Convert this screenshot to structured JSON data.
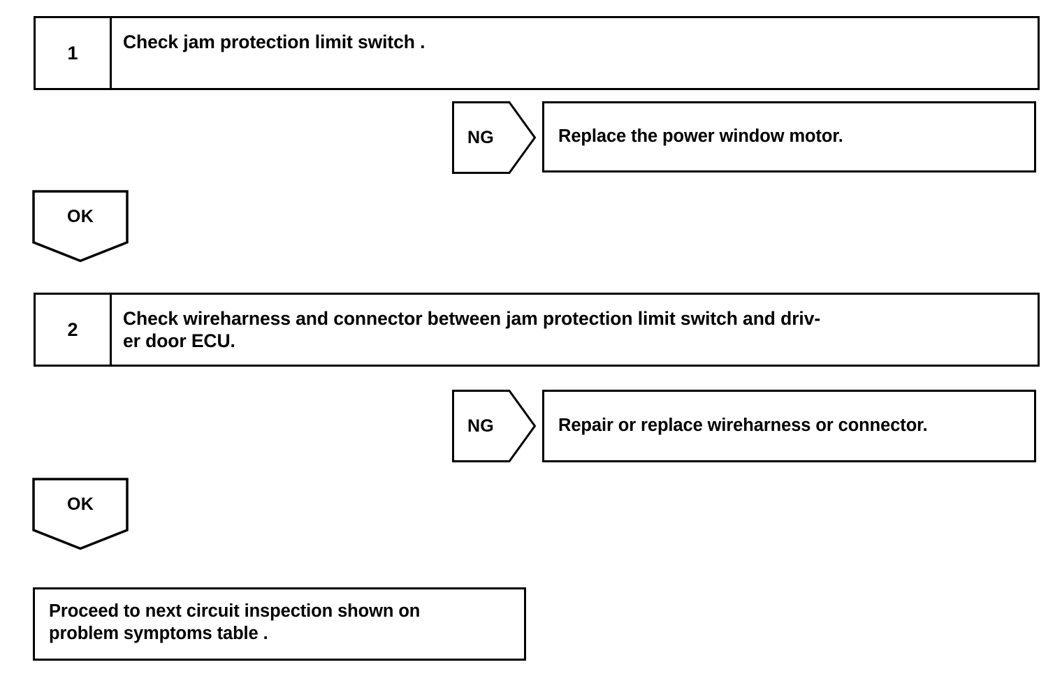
{
  "diagram": {
    "type": "troubleshooting-flowchart",
    "background_color": "#ffffff",
    "line_color": "#000000",
    "steps": [
      {
        "number": "1",
        "instruction": "Check jam protection limit switch .",
        "ng_label": "NG",
        "ng_result": "Replace the power window motor.",
        "ok_label": "OK"
      },
      {
        "number": "2",
        "instruction": "Check wireharness and connector between jam protection limit switch and driv-\ner door ECU.",
        "ng_label": "NG",
        "ng_result": "Repair or replace wireharness or connector.",
        "ok_label": "OK"
      }
    ],
    "final_box": {
      "text": "Proceed to next circuit inspection shown on\nproblem symptoms table ."
    }
  }
}
